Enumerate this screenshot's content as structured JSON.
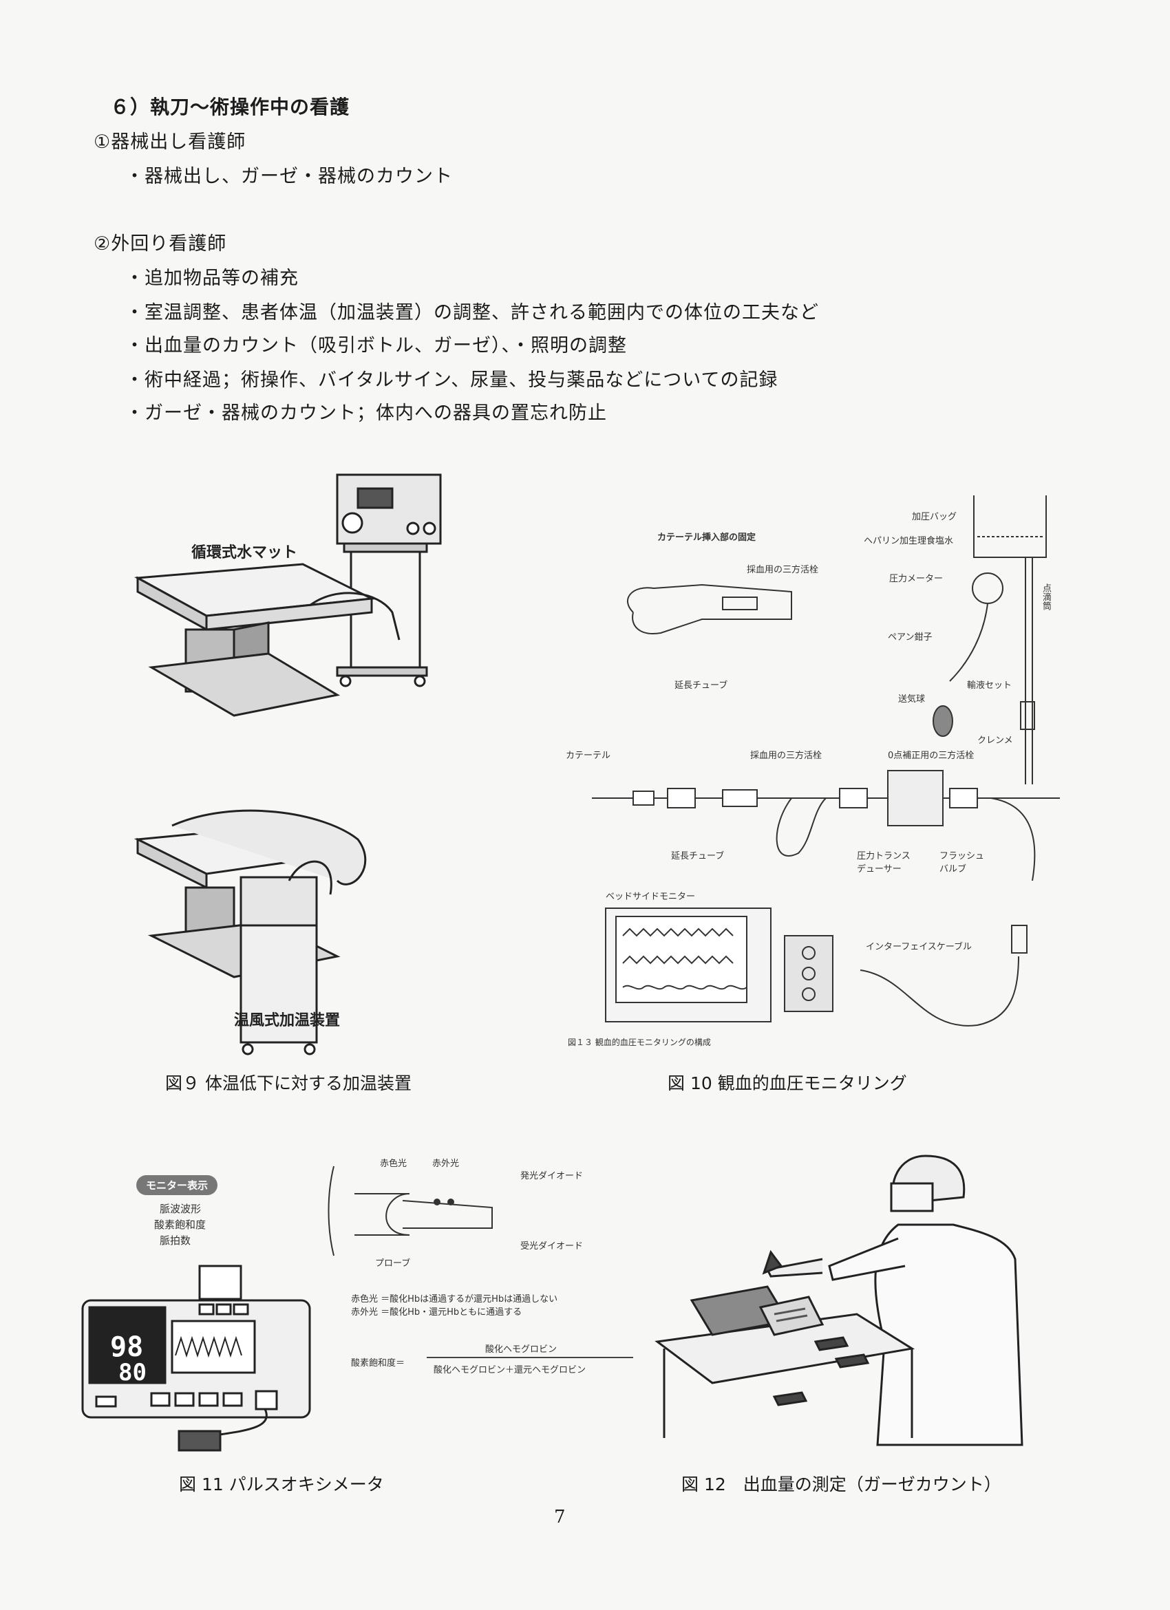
{
  "section": {
    "heading": "６）執刀～術操作中の看護",
    "scrub_title": "①器械出し看護師",
    "scrub_items": [
      "・器械出し、ガーゼ・器械のカウント"
    ],
    "circ_title": "②外回り看護師",
    "circ_items": [
      "・追加物品等の補充",
      "・室温調整、患者体温（加温装置）の調整、許される範囲内での体位の工夫など",
      "・出血量のカウント（吸引ボトル、ガーゼ）、・照明の調整",
      "・術中経過；術操作、バイタルサイン、尿量、投与薬品などについての記録",
      "・ガーゼ・器械のカウント；体内への器具の置忘れ防止"
    ]
  },
  "fig9": {
    "label_mat": "循環式水マット",
    "label_air": "温風式加温装置",
    "caption": "図９ 体温低下に対する加温装置"
  },
  "fig10": {
    "fixation": "カテーテル挿入部の固定",
    "stopcock_top": "採血用の三方活栓",
    "ext_tube_top": "延長チューブ",
    "pressure_bag": "加圧バッグ",
    "heparin": "ヘパリン加生理食塩水",
    "gauge": "圧力メーター",
    "drip": "点滴筒",
    "pean": "ペアン鉗子",
    "bulb": "送気球",
    "infusion_set": "輸液セット",
    "clamp": "クレンメ",
    "catheter": "カテーテル",
    "stopcock_mid": "採血用の三方活栓",
    "zero_stopcock": "0点補正用の三方活栓",
    "ext_tube_mid": "延長チューブ",
    "transducer": "圧力トランス\nデューサー",
    "flush": "フラッシュ\nバルブ",
    "bedside": "ベッドサイドモニター",
    "interface": "インターフェイスケーブル",
    "inner_caption": "図１３ 観血的血圧モニタリングの構成",
    "caption": "図 10 観血的血圧モニタリング"
  },
  "fig11": {
    "badge": "モニター表示",
    "monitor_items": [
      "脈波波形",
      "酸素飽和度",
      "脈拍数"
    ],
    "red": "赤色光",
    "ir": "赤外光",
    "led": "発光ダイオード",
    "receiver": "受光ダイオード",
    "probe": "プローブ",
    "note1": "赤色光 ＝酸化Hbは通過するが還元Hbは通過しない",
    "note2": "赤外光 ＝酸化Hb・還元Hbともに通過する",
    "sat_label": "酸素飽和度＝",
    "numerator": "酸化ヘモグロビン",
    "denominator": "酸化ヘモグロビン＋還元ヘモグロビン",
    "spo2": "98",
    "pulse": "80",
    "caption": "図 11 パルスオキシメータ"
  },
  "fig12": {
    "caption": "図 12　出血量の測定（ガーゼカウント）"
  },
  "page_number": "7"
}
